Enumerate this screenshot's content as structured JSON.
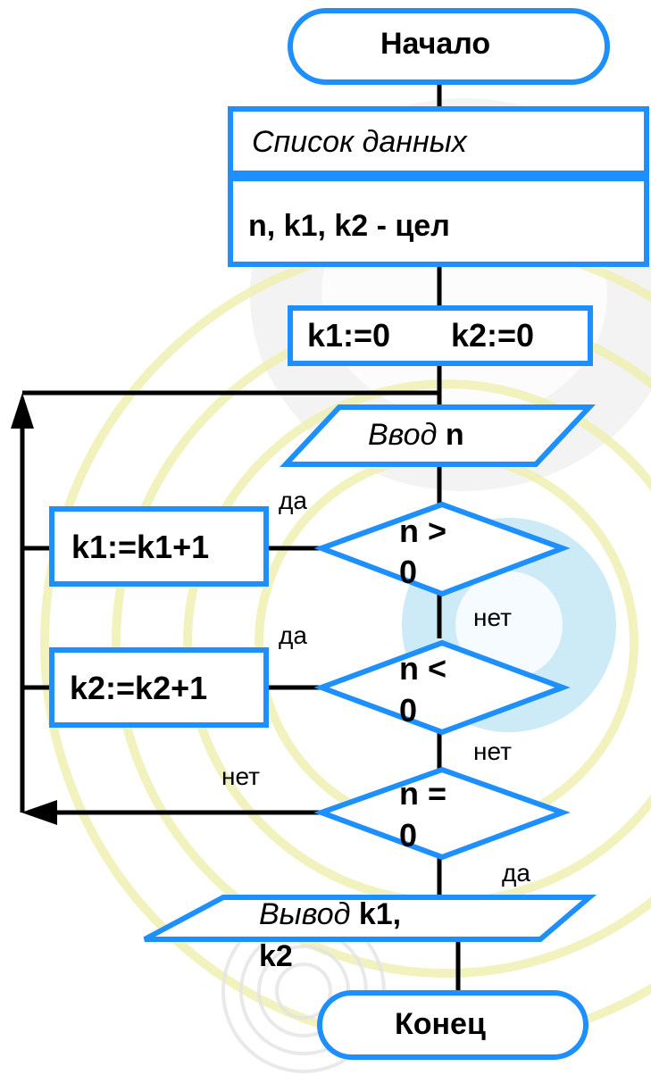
{
  "diagram": {
    "start": "Начало",
    "data_list_header": "Список данных",
    "data_list_body": "n, k1, k2 - цел",
    "init": {
      "k1": "k1:=0",
      "k2": "k2:=0"
    },
    "input": {
      "word": "Ввод",
      "var": "n"
    },
    "cond1": {
      "line1": "n >",
      "line2": "0"
    },
    "cond2": {
      "line1": "n <",
      "line2": "0"
    },
    "cond3": {
      "line1": "n =",
      "line2": "0"
    },
    "inc1": "k1:=k1+1",
    "inc2": "k2:=k2+1",
    "output": {
      "word": "Вывод",
      "vars_line1": "k1,",
      "vars_line2": "k2"
    },
    "end": "Конец",
    "edge_labels": {
      "yes1": "да",
      "no1": "нет",
      "yes2": "да",
      "no2": "нет",
      "no3": "нет",
      "yes3": "да"
    }
  },
  "colors": {
    "shape_stroke": "#1e8fff",
    "line": "#000000",
    "bg_yellow": "#ffffcc",
    "bg_gray": "#cfcfcf",
    "bg_blue": "#4fb8e0"
  }
}
